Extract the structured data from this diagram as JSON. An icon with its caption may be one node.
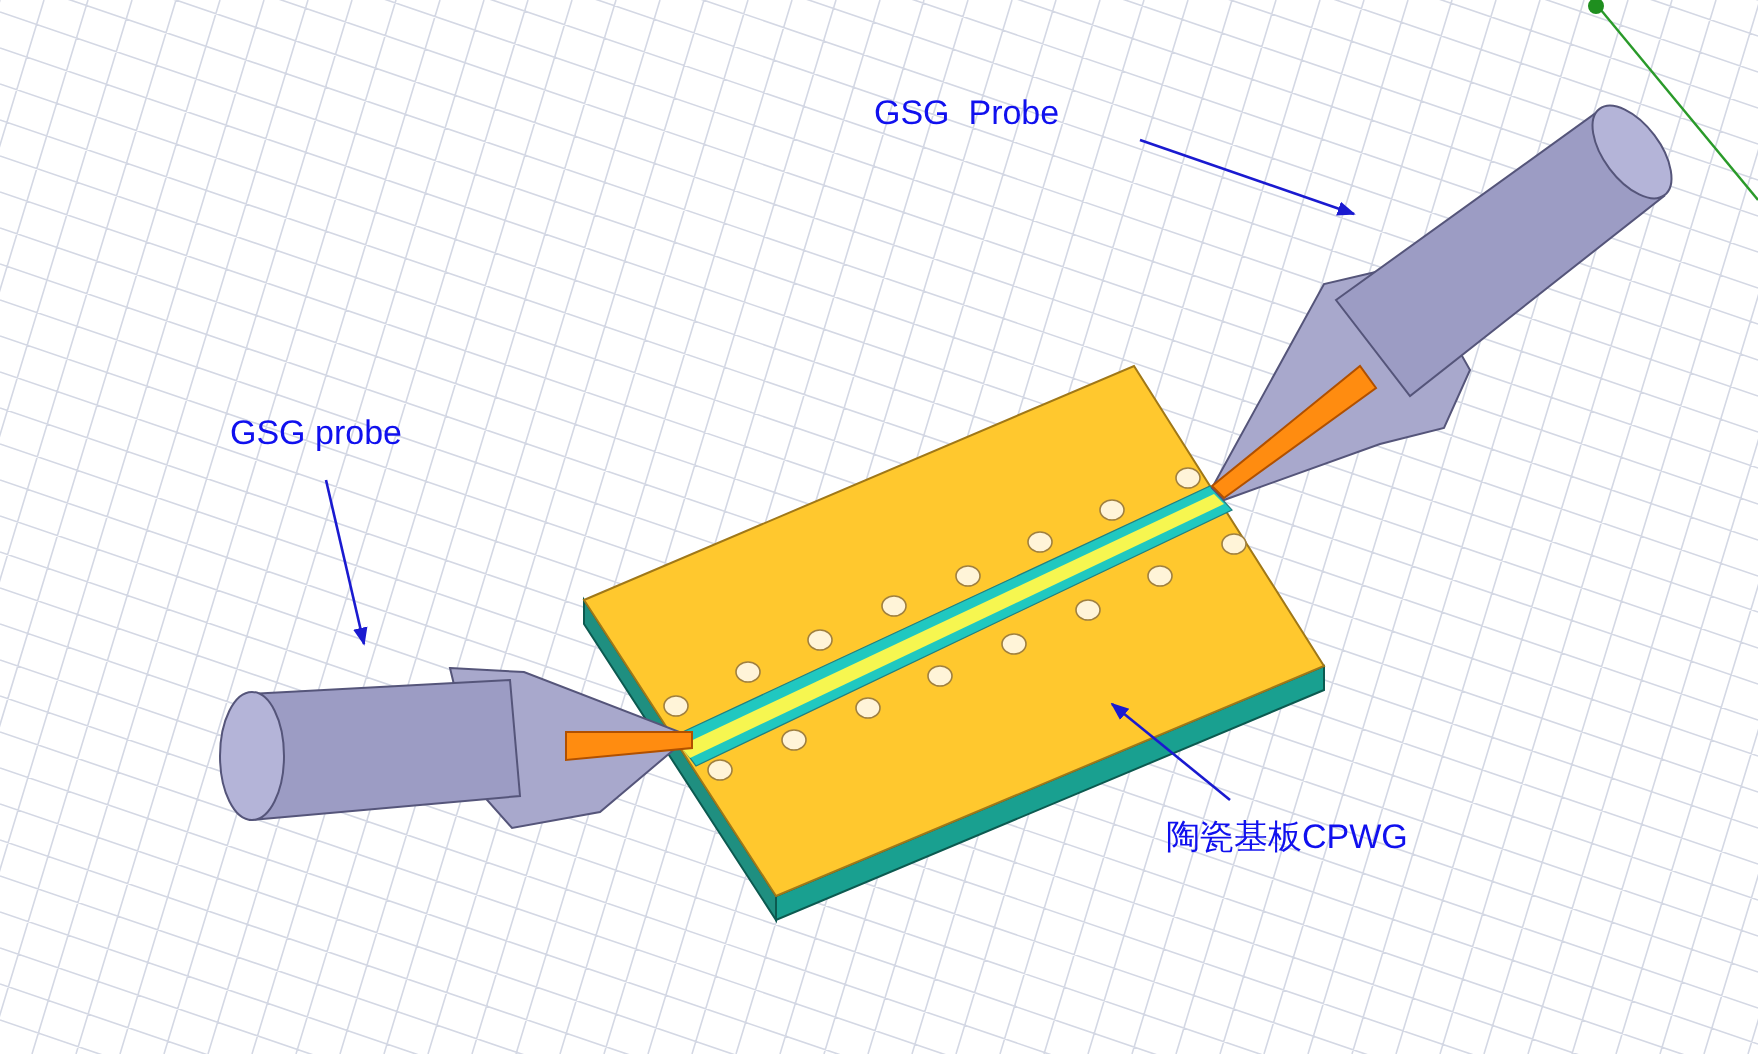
{
  "diagram": {
    "nodes": [
      {
        "text": [
          "GSG  Probe"
        ]
      },
      {
        "text": [],
        "shape": "picture"
      },
      {
        "text": [
          "GSG probe"
        ]
      },
      {
        "text": [],
        "shape": "picture"
      },
      {
        "text": [
          "陶瓷基板CPWG"
        ]
      },
      {
        "text": [],
        "shape": "picture"
      }
    ],
    "edges": [
      {
        "from": 0,
        "to": 1,
        "arrow": "to"
      },
      {
        "from": 2,
        "to": 3,
        "arrow": "to"
      },
      {
        "from": 4,
        "to": 5,
        "arrow": "to"
      }
    ]
  }
}
